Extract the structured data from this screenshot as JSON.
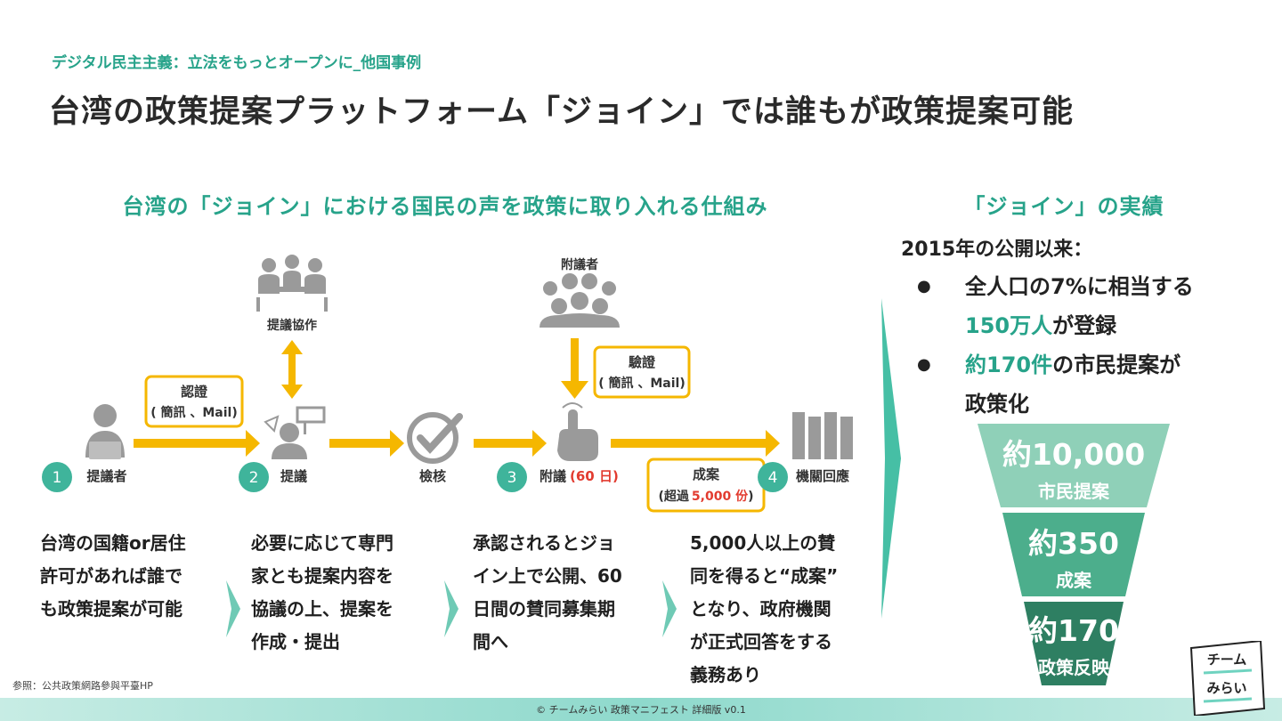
{
  "header": {
    "breadcrumb": "デジタル民主主義：立法をもっとオープンに_他国事例",
    "title": "台湾の政策提案プラットフォーム「ジョイン」では誰もが政策提案可能"
  },
  "left_section": {
    "subtitle": "台湾の「ジョイン」における国民の声を政策に取り入れる仕組み",
    "diagram": {
      "nodes": [
        {
          "num": "1",
          "label": "提議者",
          "icon": "person-laptop-icon"
        },
        {
          "num": "2",
          "label": "提議",
          "icon": "person-sign-icon"
        },
        {
          "num": "",
          "label": "檢核",
          "icon": "checkmark-icon"
        },
        {
          "num": "3",
          "label": "附議",
          "label_suffix": "(60 日)",
          "icon": "pointing-hand-icon"
        },
        {
          "num": "4",
          "label": "機關回應",
          "icon": "building-icon"
        }
      ],
      "collab_label": "提議協作",
      "collab_icon": "meeting-icon",
      "supporters_label": "附議者",
      "supporters_icon": "crowd-icon",
      "auth_box": {
        "line1": "認證",
        "line2": "( 簡訊 、Mail)"
      },
      "verify_box": {
        "line1": "驗證",
        "line2": "( 簡訊 、Mail)"
      },
      "result_box": {
        "line1": "成案",
        "line2_prefix": "(超過",
        "line2_value": "5,000 份",
        "line2_suffix": ")"
      }
    },
    "steps": [
      {
        "lines": [
          "台湾の国籍or居住",
          "許可があれば誰で",
          "も政策提案が可能"
        ]
      },
      {
        "lines": [
          "必要に応じて専門",
          "家とも提案内容を",
          "協議の上、提案を",
          "作成・提出"
        ]
      },
      {
        "lines": [
          "承認されるとジョ",
          "イン上で公開、60",
          "日間の賛同募集期",
          "間へ"
        ]
      },
      {
        "lines": [
          "5,000人以上の賛",
          "同を得ると“成案”",
          "となり、政府機関",
          "が正式回答をする",
          "義務あり"
        ]
      }
    ]
  },
  "right_section": {
    "subtitle": "「ジョイン」の実績",
    "since": "2015年の公開以来：",
    "bullet_dot": "●",
    "bullets": [
      {
        "line1": "全人口の7%に相当する",
        "line2_hl": "150万人",
        "line2_rest": "が登録"
      },
      {
        "line1_hl": "約170件",
        "line1_rest": "の市民提案が",
        "line2": "政策化"
      }
    ],
    "funnel": [
      {
        "value": "約10,000",
        "label": "市民提案",
        "color": "#8fd0b8"
      },
      {
        "value": "約350",
        "label": "成案",
        "color": "#4cae8c"
      },
      {
        "value": "約170",
        "label": "政策反映",
        "color": "#2e7f62"
      }
    ]
  },
  "reference": "参照：公共政策網路參與平臺HP",
  "footer": "© チームみらい 政策マニフェスト 詳細版 v0.1",
  "logo": {
    "line1": "チーム",
    "line2": "みらい"
  },
  "colors": {
    "accent": "#27a38a",
    "arrow": "#f5b700",
    "red": "#e23b2f",
    "icon_gray": "#9a9a9a"
  }
}
